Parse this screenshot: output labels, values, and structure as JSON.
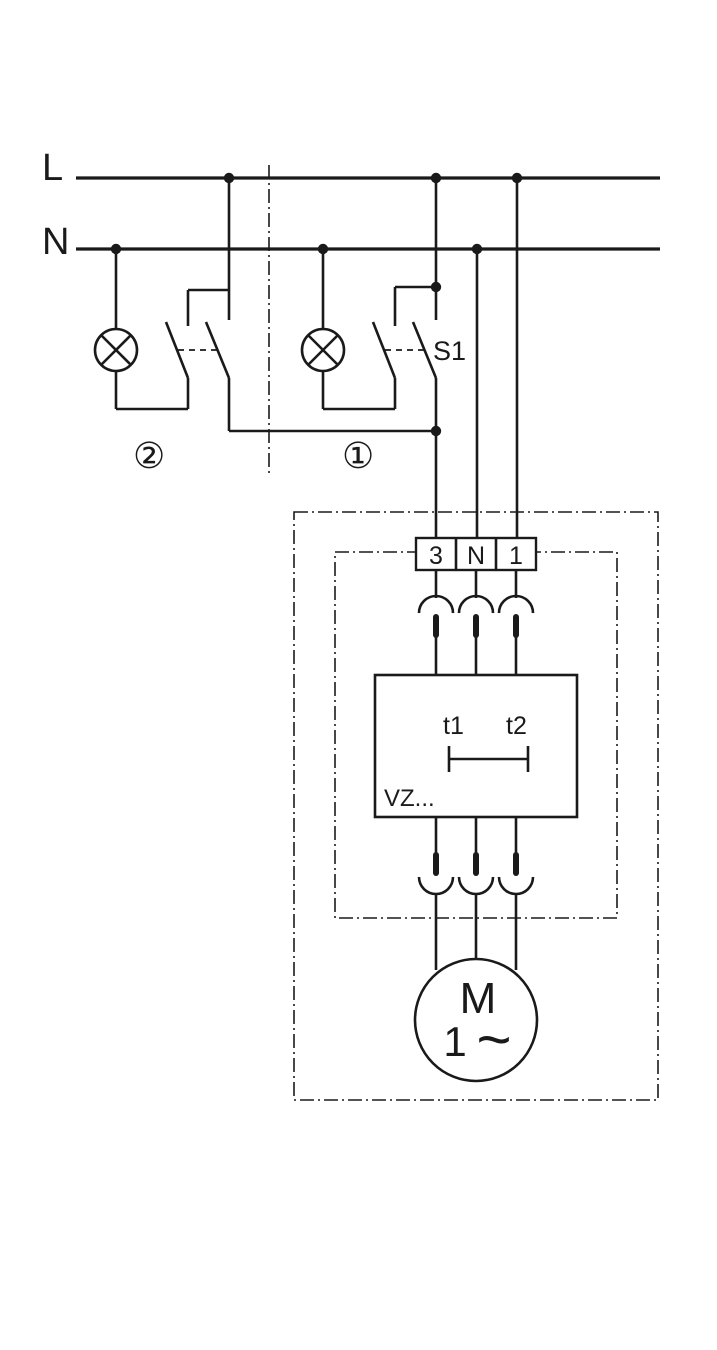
{
  "bus": {
    "line_label": "L",
    "neutral_label": "N"
  },
  "switch": {
    "label": "S1"
  },
  "circuits": {
    "marker_1": "①",
    "marker_2": "②"
  },
  "terminals": [
    "3",
    "N",
    "1"
  ],
  "controller": {
    "t1_label": "t1",
    "t2_label": "t2",
    "model_label": "VZ..."
  },
  "motor": {
    "symbol": "M",
    "phase": "1",
    "ac_symbol": "~"
  }
}
